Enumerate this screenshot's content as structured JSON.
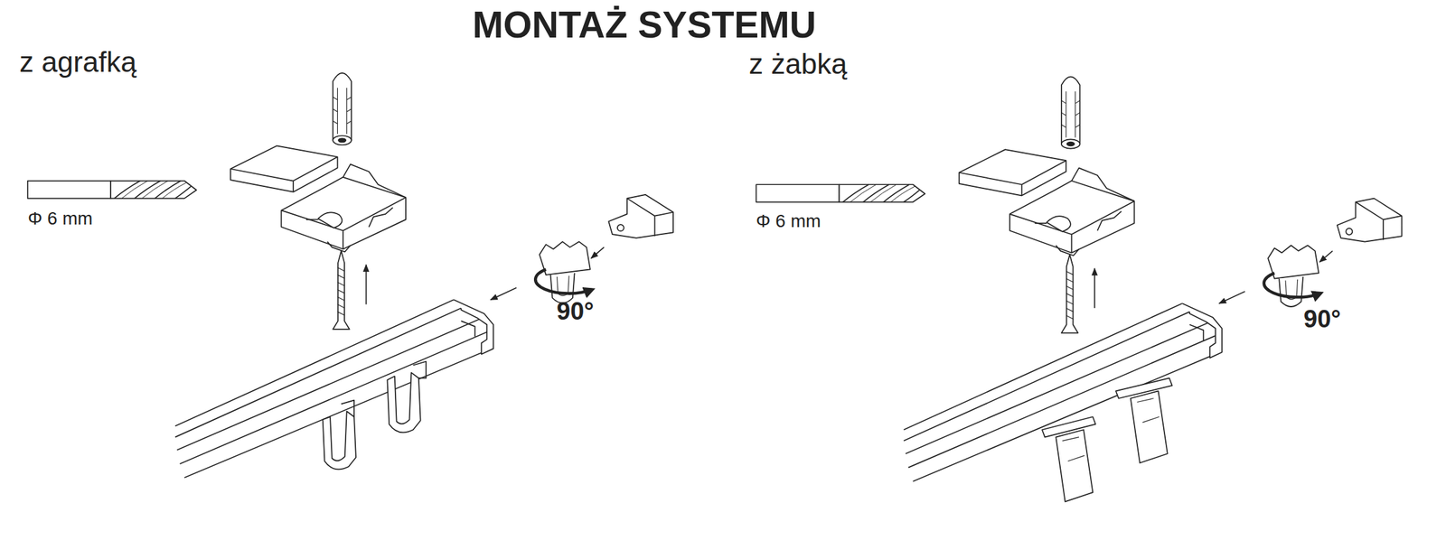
{
  "diagram": {
    "title": "MONTAŻ SYSTEMU",
    "labels": [
      "z agrafką",
      "Φ 6 mm",
      "90°",
      "z żabką",
      "Φ 6 mm",
      "90°"
    ]
  }
}
